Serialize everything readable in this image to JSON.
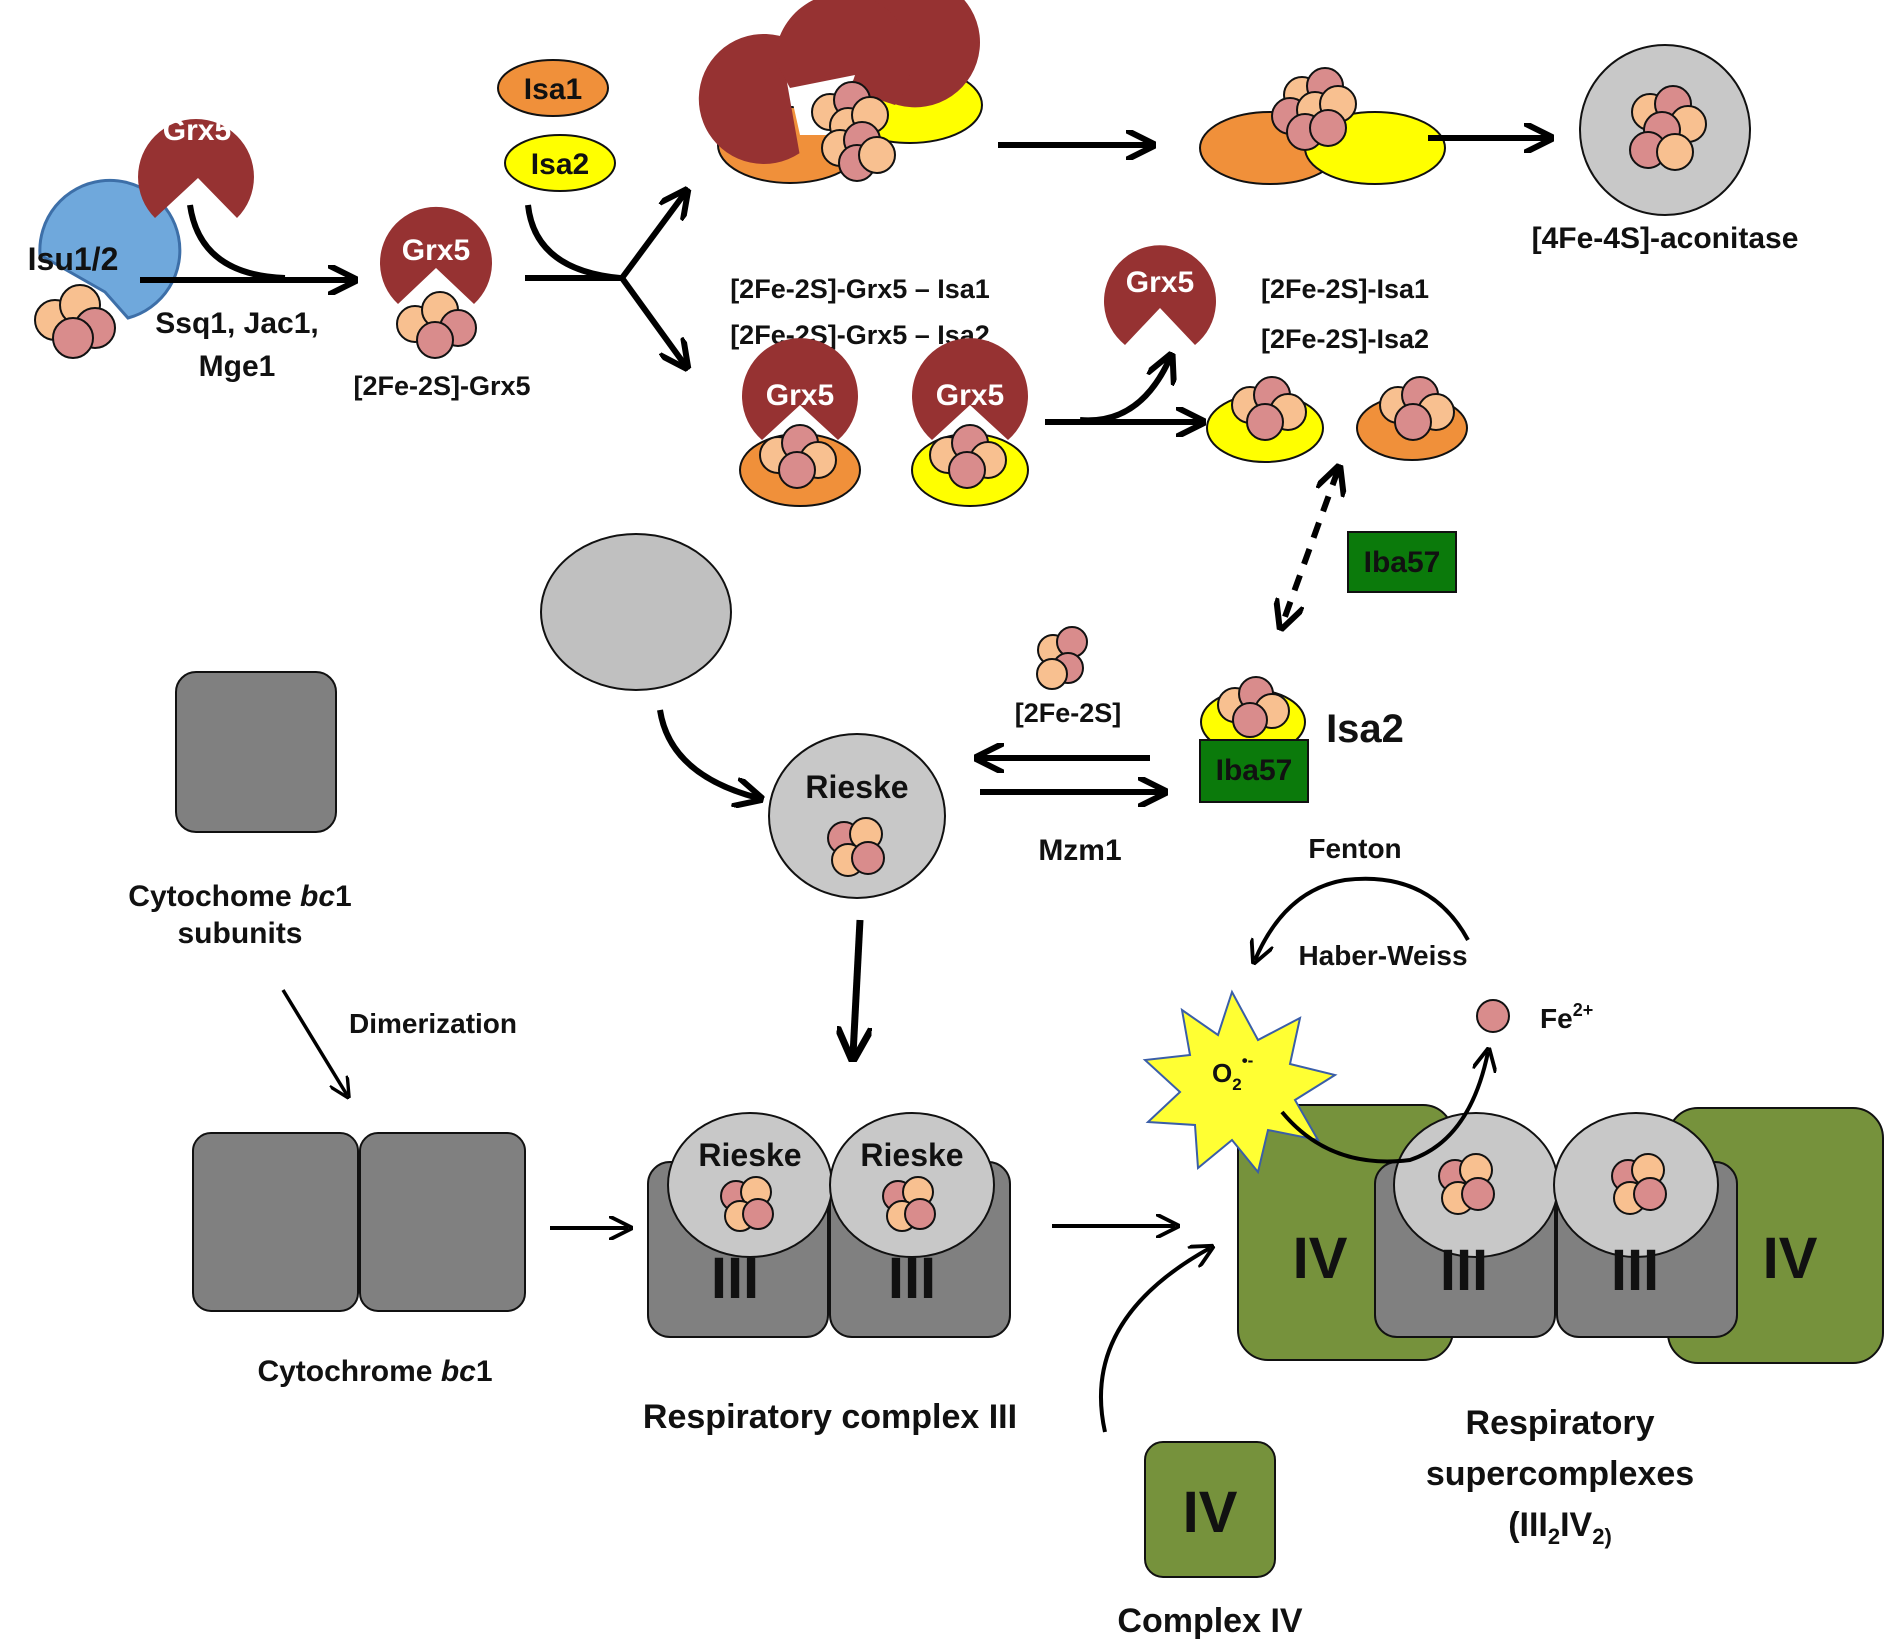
{
  "labels": {
    "isu": "Isu1/2",
    "grx5": "Grx5",
    "isa1": "Isa1",
    "isa2": "Isa2",
    "chaperones_line1": "Ssq1, Jac1,",
    "chaperones_line2": "Mge1",
    "grx5_cluster": "[2Fe-2S]-Grx5",
    "grx5_isa1": "[2Fe-2S]-Grx5  – Isa1",
    "grx5_isa2": "[2Fe-2S]-Grx5  – Isa2",
    "isa1_cluster": "[2Fe-2S]-Isa1",
    "isa2_cluster": "[2Fe-2S]-Isa2",
    "aconitase": "[4Fe-4S]-aconitase",
    "iba57": "Iba57",
    "isa2_large": "Isa2",
    "free_cluster": "[2Fe-2S]",
    "rieske": "Rieske",
    "mzm1": "Mzm1",
    "fenton": "Fenton",
    "haber_weiss": "Haber-Weiss",
    "fe_base": "Fe",
    "fe_sup": "2+",
    "superoxide_base": "O",
    "superoxide_sub": "2",
    "superoxide_sup": "•-",
    "bc1_subunits_line1_a": "Cytochome ",
    "bc1_subunits_line1_b": "bc",
    "bc1_subunits_line1_c": "1",
    "bc1_subunits_line2": "subunits",
    "dimerization": "Dimerization",
    "bc1_dimer_a": "Cytochrome ",
    "bc1_dimer_b": "bc",
    "bc1_dimer_c": "1",
    "complex3_numeral": "III",
    "complex4_numeral": "IV",
    "respiratory_complex3": "Respiratory complex III",
    "supercomplex_line1": "Respiratory",
    "supercomplex_line2": "supercomplexes",
    "supercomplex_f1": "(III",
    "supercomplex_f2": "2",
    "supercomplex_f3": "IV",
    "supercomplex_f4": "2)",
    "complex4_label": "Complex IV"
  },
  "colors": {
    "grx5": "#963232",
    "isu": "#6fa8dc",
    "isa1": "#f0903a",
    "isa2": "#ffff00",
    "cluster_pink": "#d98c8c",
    "cluster_peach": "#f8c090",
    "grey_light": "#c0c0c0",
    "grey_dark": "#808080",
    "green_dark": "#0b7a0b",
    "complex4_green": "#76923c",
    "star_yellow": "#ffff33"
  }
}
